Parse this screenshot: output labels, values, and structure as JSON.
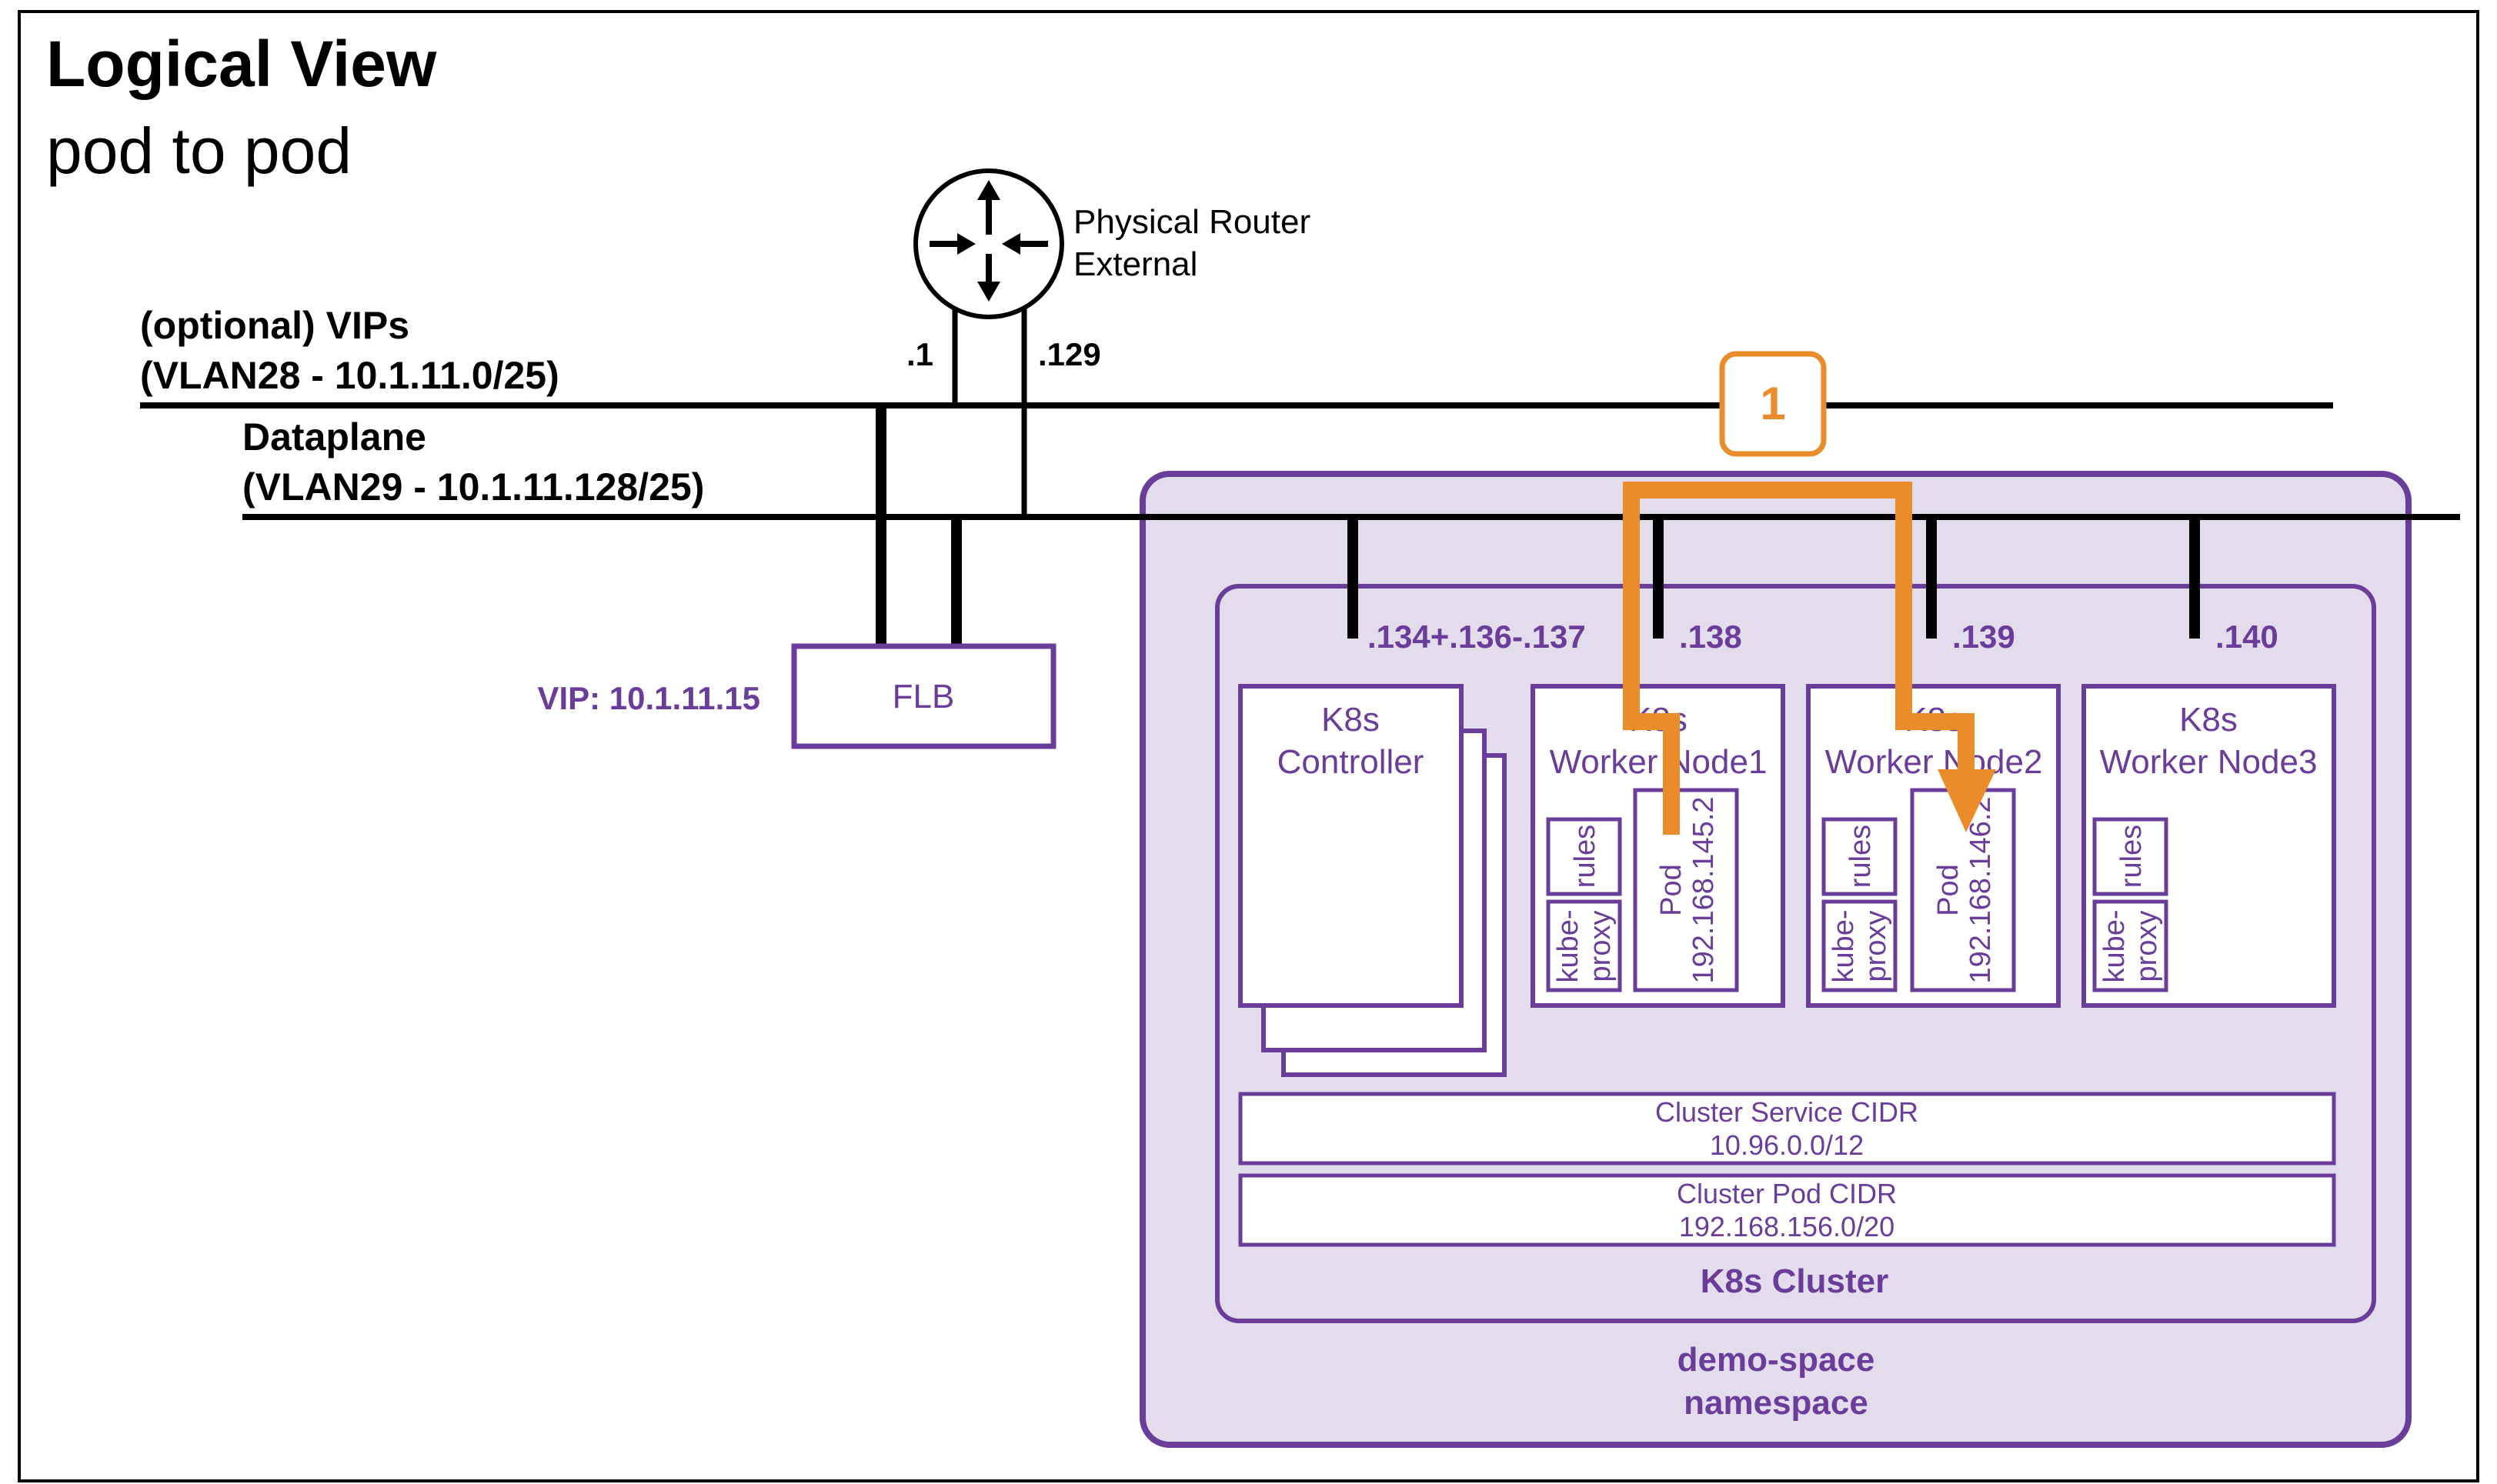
{
  "title": {
    "line1": "Logical View",
    "line2": "pod to pod"
  },
  "router": {
    "label_line1": "Physical Router",
    "label_line2": "External",
    "port_left": ".1",
    "port_right": ".129",
    "icon": "router-icon"
  },
  "networks": {
    "vips_line1": "(optional) VIPs",
    "vips_line2": "(VLAN28 - 10.1.11.0/25)",
    "dataplane_line1": "Dataplane",
    "dataplane_line2": "(VLAN29 - 10.1.11.128/25)"
  },
  "flb": {
    "label": "FLB",
    "vip": "VIP: 10.1.11.15"
  },
  "step_badge": "1",
  "ips": {
    "controller": ".134+.136-.137",
    "worker1": ".138",
    "worker2": ".139",
    "worker3": ".140"
  },
  "nodes": {
    "controller_line1": "K8s",
    "controller_line2": "Controller",
    "worker1_line1": "K8s",
    "worker1_line2": "Worker Node1",
    "worker2_line1": "K8s",
    "worker2_line2": "Worker Node2",
    "worker3_line1": "K8s",
    "worker3_line2": "Worker Node3"
  },
  "components": {
    "rules": "rules",
    "kube_proxy_line1": "kube-",
    "kube_proxy_line2": "proxy",
    "pod_label": "Pod",
    "pod1_ip": "192.168.145.2",
    "pod2_ip": "192.168.146.2"
  },
  "cidrs": {
    "service_label": "Cluster Service CIDR",
    "service_value": "10.96.0.0/12",
    "pod_label": "Cluster Pod CIDR",
    "pod_value": "192.168.156.0/20"
  },
  "cluster_label": "K8s Cluster",
  "namespace": {
    "line1": "demo-space",
    "line2": "namespace"
  },
  "colors": {
    "purple": "#6a3d9a",
    "lavender": "#e3dced",
    "orange": "#ea8c2a",
    "line": "#000000"
  }
}
